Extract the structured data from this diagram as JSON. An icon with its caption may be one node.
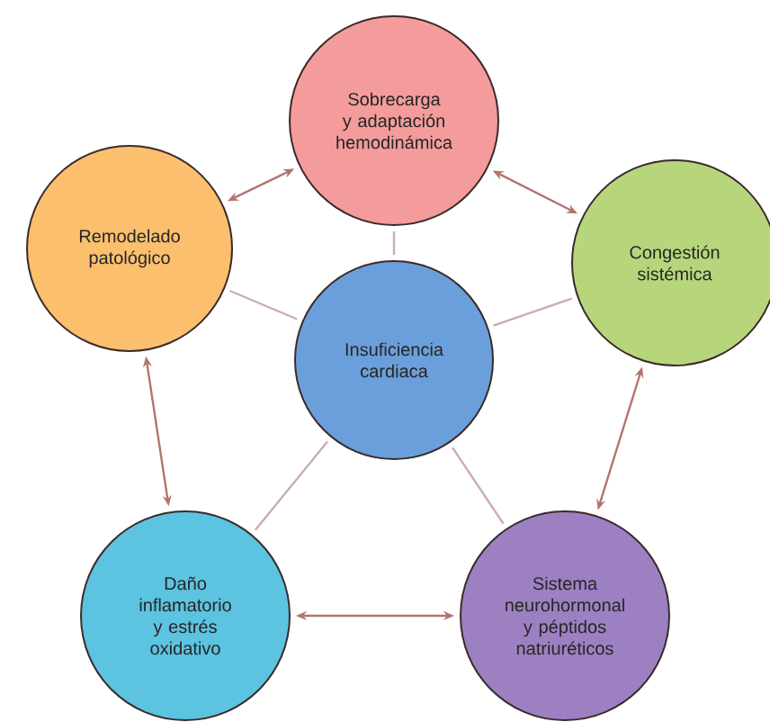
{
  "diagram": {
    "nodes": [
      {
        "text": [
          "Sobrecarga y adaptación hemodinámica"
        ]
      },
      {
        "text": [
          "Remodelado patológico"
        ]
      },
      {
        "text": [
          "Insuficiencia cardiaca"
        ]
      },
      {
        "text": [
          "Congestión sistémica"
        ]
      },
      {
        "text": [
          "Daño inflamatorio y estrés oxidativo"
        ]
      },
      {
        "text": [
          "Sistema neurohormonal y péptidos natriuréticos"
        ]
      }
    ],
    "edges": [
      {
        "from": 0,
        "to": 1,
        "arrow": "both"
      },
      {
        "from": 0,
        "to": 3,
        "arrow": "both"
      },
      {
        "from": 1,
        "to": 4,
        "arrow": "both"
      },
      {
        "from": 3,
        "to": 5,
        "arrow": "both"
      },
      {
        "from": 4,
        "to": 5,
        "arrow": "both"
      },
      {
        "from": 2,
        "to": 0,
        "arrow": "none",
        "color": "#c9aeb0"
      },
      {
        "from": 2,
        "to": 1,
        "arrow": "none",
        "color": "#c9aeb0"
      },
      {
        "from": 2,
        "to": 3,
        "arrow": "none",
        "color": "#c9aeb0"
      },
      {
        "from": 2,
        "to": 4,
        "arrow": "none",
        "color": "#c9aeb0"
      },
      {
        "from": 2,
        "to": 5,
        "arrow": "none",
        "color": "#c9aeb0"
      }
    ]
  }
}
